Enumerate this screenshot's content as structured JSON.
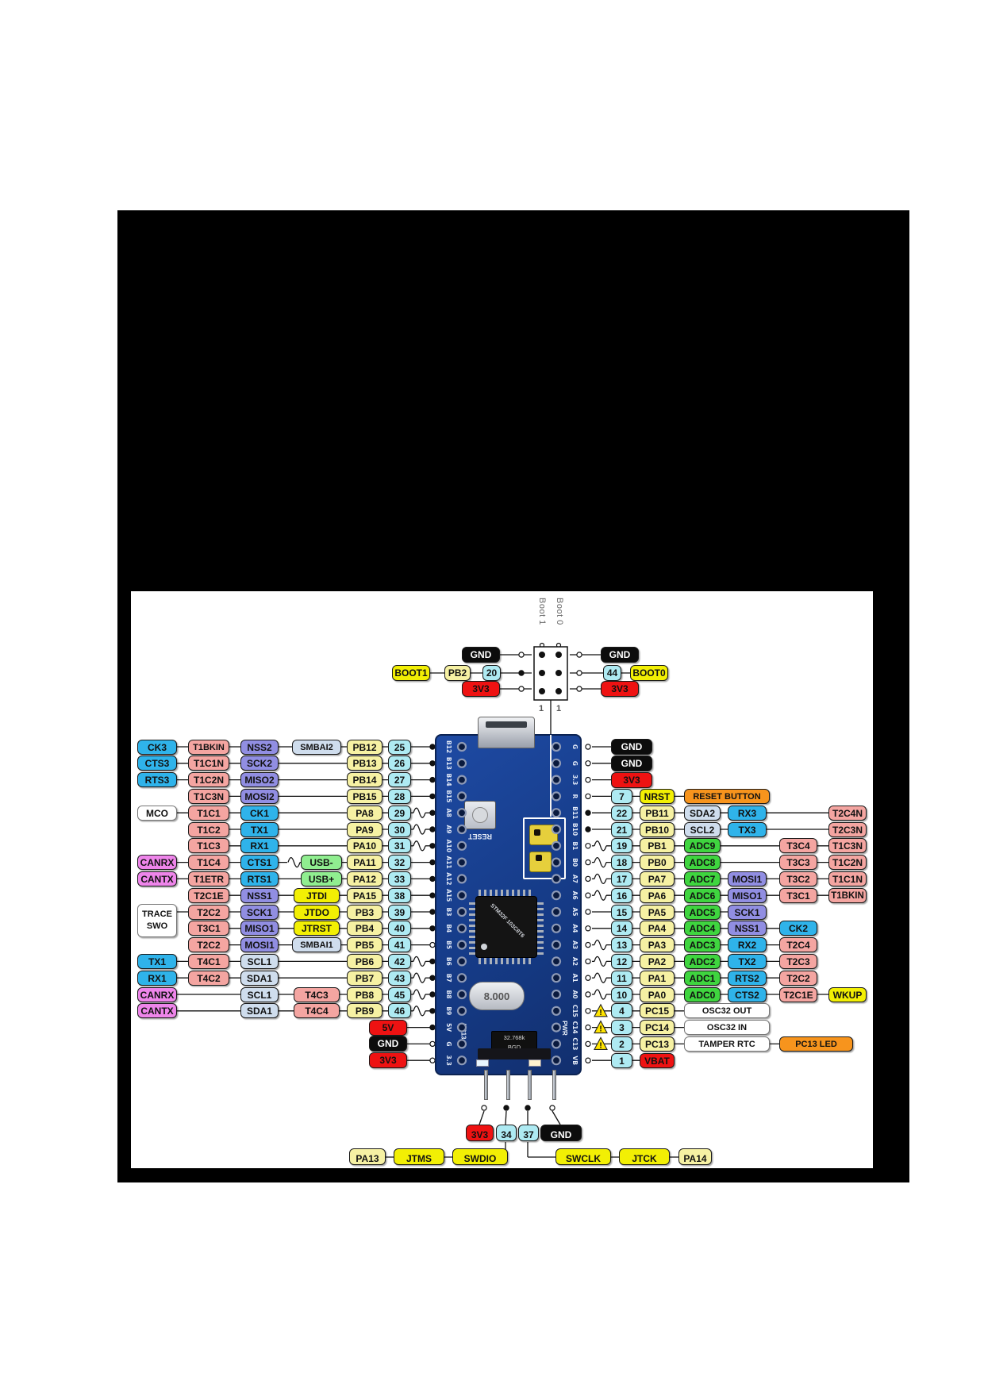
{
  "colors": {
    "blue": "#2fb3ea",
    "pink": "#f4a5a1",
    "purple": "#918ee2",
    "steel": "#cfdded",
    "pale": "#f6f1a3",
    "yellow": "#f2ef04",
    "green": "#3fd53f",
    "lgreen": "#90ee90",
    "magenta": "#ee85ea",
    "red": "#ee1212",
    "black": "#0c0c0c",
    "orange": "#f7941d",
    "white": "#ffffff",
    "cyan": "#aeeaf2",
    "pcb": "#1e4aa3"
  },
  "jumper": {
    "boot1_label": "Boot 1",
    "boot0_label": "Boot 0",
    "one_left": "1",
    "one_right": "1",
    "left": {
      "gnd": "GND",
      "boot": "BOOT1",
      "pin": "PB2",
      "num": "20",
      "v33": "3V3"
    },
    "right": {
      "gnd": "GND",
      "num": "44",
      "boot": "BOOT0",
      "v33": "3V3"
    }
  },
  "left_rows": [
    {
      "cells": [
        [
          "a",
          "CK3",
          "blue"
        ],
        [
          "b",
          "T1BKIN",
          "pink"
        ],
        [
          "c",
          "NSS2",
          "purple"
        ],
        [
          "ds",
          "SMBAI2",
          "steel"
        ],
        [
          "e",
          "PB12",
          "pale"
        ],
        [
          "f",
          "25",
          "cyan"
        ]
      ],
      "glyph": "dot"
    },
    {
      "cells": [
        [
          "a",
          "CTS3",
          "blue"
        ],
        [
          "b",
          "T1C1N",
          "pink"
        ],
        [
          "c",
          "SCK2",
          "purple"
        ],
        [
          "e",
          "PB13",
          "pale"
        ],
        [
          "f",
          "26",
          "cyan"
        ]
      ],
      "glyph": "dot"
    },
    {
      "cells": [
        [
          "a",
          "RTS3",
          "blue"
        ],
        [
          "b",
          "T1C2N",
          "pink"
        ],
        [
          "c",
          "MISO2",
          "purple"
        ],
        [
          "e",
          "PB14",
          "pale"
        ],
        [
          "f",
          "27",
          "cyan"
        ]
      ],
      "glyph": "dot"
    },
    {
      "cells": [
        [
          "b",
          "T1C3N",
          "pink"
        ],
        [
          "c",
          "MOSI2",
          "purple"
        ],
        [
          "e",
          "PB15",
          "pale"
        ],
        [
          "f",
          "28",
          "cyan"
        ]
      ],
      "glyph": "dot"
    },
    {
      "cells": [
        [
          "a",
          "MCO",
          "white"
        ],
        [
          "b",
          "T1C1",
          "pink"
        ],
        [
          "c",
          "CK1",
          "blue"
        ],
        [
          "e",
          "PA8",
          "pale"
        ],
        [
          "f",
          "29",
          "cyan"
        ]
      ],
      "glyph": "sqdot"
    },
    {
      "cells": [
        [
          "b",
          "T1C2",
          "pink"
        ],
        [
          "c",
          "TX1",
          "blue"
        ],
        [
          "e",
          "PA9",
          "pale"
        ],
        [
          "f",
          "30",
          "cyan"
        ]
      ],
      "glyph": "sqdot"
    },
    {
      "cells": [
        [
          "b",
          "T1C3",
          "pink"
        ],
        [
          "c",
          "RX1",
          "blue"
        ],
        [
          "e",
          "PA10",
          "pale"
        ],
        [
          "f",
          "31",
          "cyan"
        ]
      ],
      "glyph": "sqdot"
    },
    {
      "cells": [
        [
          "a",
          "CANRX",
          "magenta"
        ],
        [
          "b",
          "T1C4",
          "pink"
        ],
        [
          "c",
          "CTS1",
          "blue"
        ],
        [
          "d2",
          "USB-",
          "lgreen"
        ],
        [
          "e",
          "PA11",
          "pale"
        ],
        [
          "f",
          "32",
          "cyan"
        ]
      ],
      "glyph": "dot",
      "midsq": true
    },
    {
      "cells": [
        [
          "a",
          "CANTX",
          "magenta"
        ],
        [
          "b",
          "T1ETR",
          "pink"
        ],
        [
          "c",
          "RTS1",
          "blue"
        ],
        [
          "d2",
          "USB+",
          "lgreen"
        ],
        [
          "e",
          "PA12",
          "pale"
        ],
        [
          "f",
          "33",
          "cyan"
        ]
      ],
      "glyph": "dot"
    },
    {
      "cells": [
        [
          "b",
          "T2C1E",
          "pink"
        ],
        [
          "c",
          "NSS1",
          "purple"
        ],
        [
          "d",
          "JTDI",
          "yellow"
        ],
        [
          "e",
          "PA15",
          "pale"
        ],
        [
          "f",
          "38",
          "cyan"
        ]
      ],
      "glyph": "dot"
    },
    {
      "cells": [
        [
          "a",
          "TRACE\nSWO",
          "white",
          "tall"
        ],
        [
          "b",
          "T2C2",
          "pink"
        ],
        [
          "c",
          "SCK1",
          "purple"
        ],
        [
          "d",
          "JTDO",
          "yellow"
        ],
        [
          "e",
          "PB3",
          "pale"
        ],
        [
          "f",
          "39",
          "cyan"
        ]
      ],
      "glyph": "dot"
    },
    {
      "cells": [
        [
          "b",
          "T3C1",
          "pink"
        ],
        [
          "c",
          "MISO1",
          "purple"
        ],
        [
          "d",
          "JTRST",
          "yellow"
        ],
        [
          "e",
          "PB4",
          "pale"
        ],
        [
          "f",
          "40",
          "cyan"
        ]
      ],
      "glyph": "dot"
    },
    {
      "cells": [
        [
          "b",
          "T2C2",
          "pink"
        ],
        [
          "c",
          "MOSI1",
          "purple"
        ],
        [
          "ds",
          "SMBAI1",
          "steel"
        ],
        [
          "e",
          "PB5",
          "pale"
        ],
        [
          "f",
          "41",
          "cyan"
        ]
      ],
      "glyph": "circle"
    },
    {
      "cells": [
        [
          "a",
          "TX1",
          "blue"
        ],
        [
          "b",
          "T4C1",
          "pink"
        ],
        [
          "c",
          "SCL1",
          "steel"
        ],
        [
          "e",
          "PB6",
          "pale"
        ],
        [
          "f",
          "42",
          "cyan"
        ]
      ],
      "glyph": "sqdot"
    },
    {
      "cells": [
        [
          "a",
          "RX1",
          "blue"
        ],
        [
          "b",
          "T4C2",
          "pink"
        ],
        [
          "c",
          "SDA1",
          "steel"
        ],
        [
          "e",
          "PB7",
          "pale"
        ],
        [
          "f",
          "43",
          "cyan"
        ]
      ],
      "glyph": "sqdot"
    },
    {
      "cells": [
        [
          "a",
          "CANRX",
          "magenta"
        ],
        [
          "c",
          "SCL1",
          "steel"
        ],
        [
          "d",
          "T4C3",
          "pink"
        ],
        [
          "e",
          "PB8",
          "pale"
        ],
        [
          "f",
          "45",
          "cyan"
        ]
      ],
      "glyph": "sqdot"
    },
    {
      "cells": [
        [
          "a",
          "CANTX",
          "magenta"
        ],
        [
          "c",
          "SDA1",
          "steel"
        ],
        [
          "d",
          "T4C4",
          "pink"
        ],
        [
          "e",
          "PB9",
          "pale"
        ],
        [
          "f",
          "46",
          "cyan"
        ]
      ],
      "glyph": "sqdot"
    }
  ],
  "left_power": [
    {
      "label": "5V",
      "color": "red",
      "glyph": "dot"
    },
    {
      "label": "GND",
      "color": "black",
      "glyph": "circle"
    },
    {
      "label": "3V3",
      "color": "red",
      "glyph": "circle"
    }
  ],
  "right_rows": [
    {
      "power": {
        "label": "GND",
        "color": "black"
      },
      "glyph": "circle"
    },
    {
      "power": {
        "label": "GND",
        "color": "black"
      },
      "glyph": "circle"
    },
    {
      "power": {
        "label": "3V3",
        "color": "red"
      },
      "glyph": "circle"
    },
    {
      "cells": [
        [
          "num",
          "7",
          "cyan"
        ],
        [
          "name",
          "NRST",
          "yellow"
        ],
        [
          "w3",
          "RESET BUTTON",
          "orange"
        ]
      ],
      "glyph": "circle"
    },
    {
      "cells": [
        [
          "num",
          "22",
          "cyan"
        ],
        [
          "name",
          "PB11",
          "pale"
        ],
        [
          "c3",
          "SDA2",
          "steel"
        ],
        [
          "c4",
          "RX3",
          "blue"
        ],
        [
          "c6",
          "T2C4N",
          "pink"
        ]
      ],
      "glyph": "dot"
    },
    {
      "cells": [
        [
          "num",
          "21",
          "cyan"
        ],
        [
          "name",
          "PB10",
          "pale"
        ],
        [
          "c3",
          "SCL2",
          "steel"
        ],
        [
          "c4",
          "TX3",
          "blue"
        ],
        [
          "c6",
          "T2C3N",
          "pink"
        ]
      ],
      "glyph": "dot"
    },
    {
      "cells": [
        [
          "num",
          "19",
          "cyan"
        ],
        [
          "name",
          "PB1",
          "pale"
        ],
        [
          "c3",
          "ADC9",
          "green"
        ],
        [
          "c5",
          "T3C4",
          "pink"
        ],
        [
          "c6",
          "T1C3N",
          "pink"
        ]
      ],
      "glyph": "circlesq"
    },
    {
      "cells": [
        [
          "num",
          "18",
          "cyan"
        ],
        [
          "name",
          "PB0",
          "pale"
        ],
        [
          "c3",
          "ADC8",
          "green"
        ],
        [
          "c5",
          "T3C3",
          "pink"
        ],
        [
          "c6",
          "T1C2N",
          "pink"
        ]
      ],
      "glyph": "circlesq"
    },
    {
      "cells": [
        [
          "num",
          "17",
          "cyan"
        ],
        [
          "name",
          "PA7",
          "pale"
        ],
        [
          "c3",
          "ADC7",
          "green"
        ],
        [
          "c4",
          "MOSI1",
          "purple"
        ],
        [
          "c5",
          "T3C2",
          "pink"
        ],
        [
          "c6",
          "T1C1N",
          "pink"
        ]
      ],
      "glyph": "circlesq"
    },
    {
      "cells": [
        [
          "num",
          "16",
          "cyan"
        ],
        [
          "name",
          "PA6",
          "pale"
        ],
        [
          "c3",
          "ADC6",
          "green"
        ],
        [
          "c4",
          "MISO1",
          "purple"
        ],
        [
          "c5",
          "T3C1",
          "pink"
        ],
        [
          "c6",
          "T1BKIN",
          "pink"
        ]
      ],
      "glyph": "circlesq"
    },
    {
      "cells": [
        [
          "num",
          "15",
          "cyan"
        ],
        [
          "name",
          "PA5",
          "pale"
        ],
        [
          "c3",
          "ADC5",
          "green"
        ],
        [
          "c4",
          "SCK1",
          "purple"
        ]
      ],
      "glyph": "circle"
    },
    {
      "cells": [
        [
          "num",
          "14",
          "cyan"
        ],
        [
          "name",
          "PA4",
          "pale"
        ],
        [
          "c3",
          "ADC4",
          "green"
        ],
        [
          "c4",
          "NSS1",
          "purple"
        ],
        [
          "c5",
          "CK2",
          "blue"
        ]
      ],
      "glyph": "circle"
    },
    {
      "cells": [
        [
          "num",
          "13",
          "cyan"
        ],
        [
          "name",
          "PA3",
          "pale"
        ],
        [
          "c3",
          "ADC3",
          "green"
        ],
        [
          "c4",
          "RX2",
          "blue"
        ],
        [
          "c5",
          "T2C4",
          "pink"
        ]
      ],
      "glyph": "circlesq"
    },
    {
      "cells": [
        [
          "num",
          "12",
          "cyan"
        ],
        [
          "name",
          "PA2",
          "pale"
        ],
        [
          "c3",
          "ADC2",
          "green"
        ],
        [
          "c4",
          "TX2",
          "blue"
        ],
        [
          "c5",
          "T2C3",
          "pink"
        ]
      ],
      "glyph": "circlesq"
    },
    {
      "cells": [
        [
          "num",
          "11",
          "cyan"
        ],
        [
          "name",
          "PA1",
          "pale"
        ],
        [
          "c3",
          "ADC1",
          "green"
        ],
        [
          "c4",
          "RTS2",
          "blue"
        ],
        [
          "c5",
          "T2C2",
          "pink"
        ]
      ],
      "glyph": "circlesq"
    },
    {
      "cells": [
        [
          "num",
          "10",
          "cyan"
        ],
        [
          "name",
          "PA0",
          "pale"
        ],
        [
          "c3",
          "ADC0",
          "green"
        ],
        [
          "c4",
          "CTS2",
          "blue"
        ],
        [
          "c5",
          "T2C1E",
          "pink"
        ],
        [
          "c6",
          "WKUP",
          "yellow"
        ]
      ],
      "glyph": "circlesq"
    },
    {
      "cells": [
        [
          "num",
          "4",
          "cyan"
        ],
        [
          "name",
          "PC15",
          "pale"
        ],
        [
          "w3",
          "OSC32 OUT",
          "white"
        ]
      ],
      "glyph": "warn"
    },
    {
      "cells": [
        [
          "num",
          "3",
          "cyan"
        ],
        [
          "name",
          "PC14",
          "pale"
        ],
        [
          "w3",
          "OSC32 IN",
          "white"
        ]
      ],
      "glyph": "warn"
    },
    {
      "cells": [
        [
          "num",
          "2",
          "cyan"
        ],
        [
          "name",
          "PC13",
          "pale"
        ],
        [
          "w3",
          "TAMPER RTC",
          "white"
        ],
        [
          "led",
          "PC13 LED",
          "orange"
        ]
      ],
      "glyph": "warn"
    },
    {
      "cells": [
        [
          "num",
          "1",
          "cyan"
        ],
        [
          "name",
          "VBAT",
          "red"
        ]
      ],
      "glyph": "circle"
    }
  ],
  "board": {
    "left_labels": [
      "B12",
      "B13",
      "B14",
      "B15",
      "A8",
      "A9",
      "A10",
      "A11",
      "A12",
      "A15",
      "B3",
      "B4",
      "B5",
      "B6",
      "B7",
      "B8",
      "B9",
      "5V",
      "G",
      "3.3"
    ],
    "right_labels": [
      "G",
      "G",
      "3.3",
      "R",
      "B11",
      "B10",
      "B1",
      "B0",
      "A7",
      "A6",
      "A5",
      "A4",
      "A3",
      "A2",
      "A1",
      "A0",
      "C15",
      "C14",
      "C13",
      "VB"
    ],
    "chip_line1": "STM32F",
    "chip_line2": "103C8T6",
    "crystal": "8.000",
    "osc_line1": "32.768k",
    "osc_line2": "BGD",
    "reset_label": "RESET",
    "pc13_label": "PC13",
    "pwr_label": "PWR"
  },
  "bottom": {
    "power": [
      {
        "label": "3V3",
        "color": "red"
      },
      {
        "label": "34",
        "color": "cyan"
      },
      {
        "label": "37",
        "color": "cyan"
      },
      {
        "label": "GND",
        "color": "black"
      }
    ],
    "row": [
      {
        "label": "PA13",
        "color": "pale"
      },
      {
        "label": "JTMS",
        "color": "yellow"
      },
      {
        "label": "SWDIO",
        "color": "yellow"
      },
      {
        "label": "SWCLK",
        "color": "yellow"
      },
      {
        "label": "JTCK",
        "color": "yellow"
      },
      {
        "label": "PA14",
        "color": "pale"
      }
    ]
  }
}
